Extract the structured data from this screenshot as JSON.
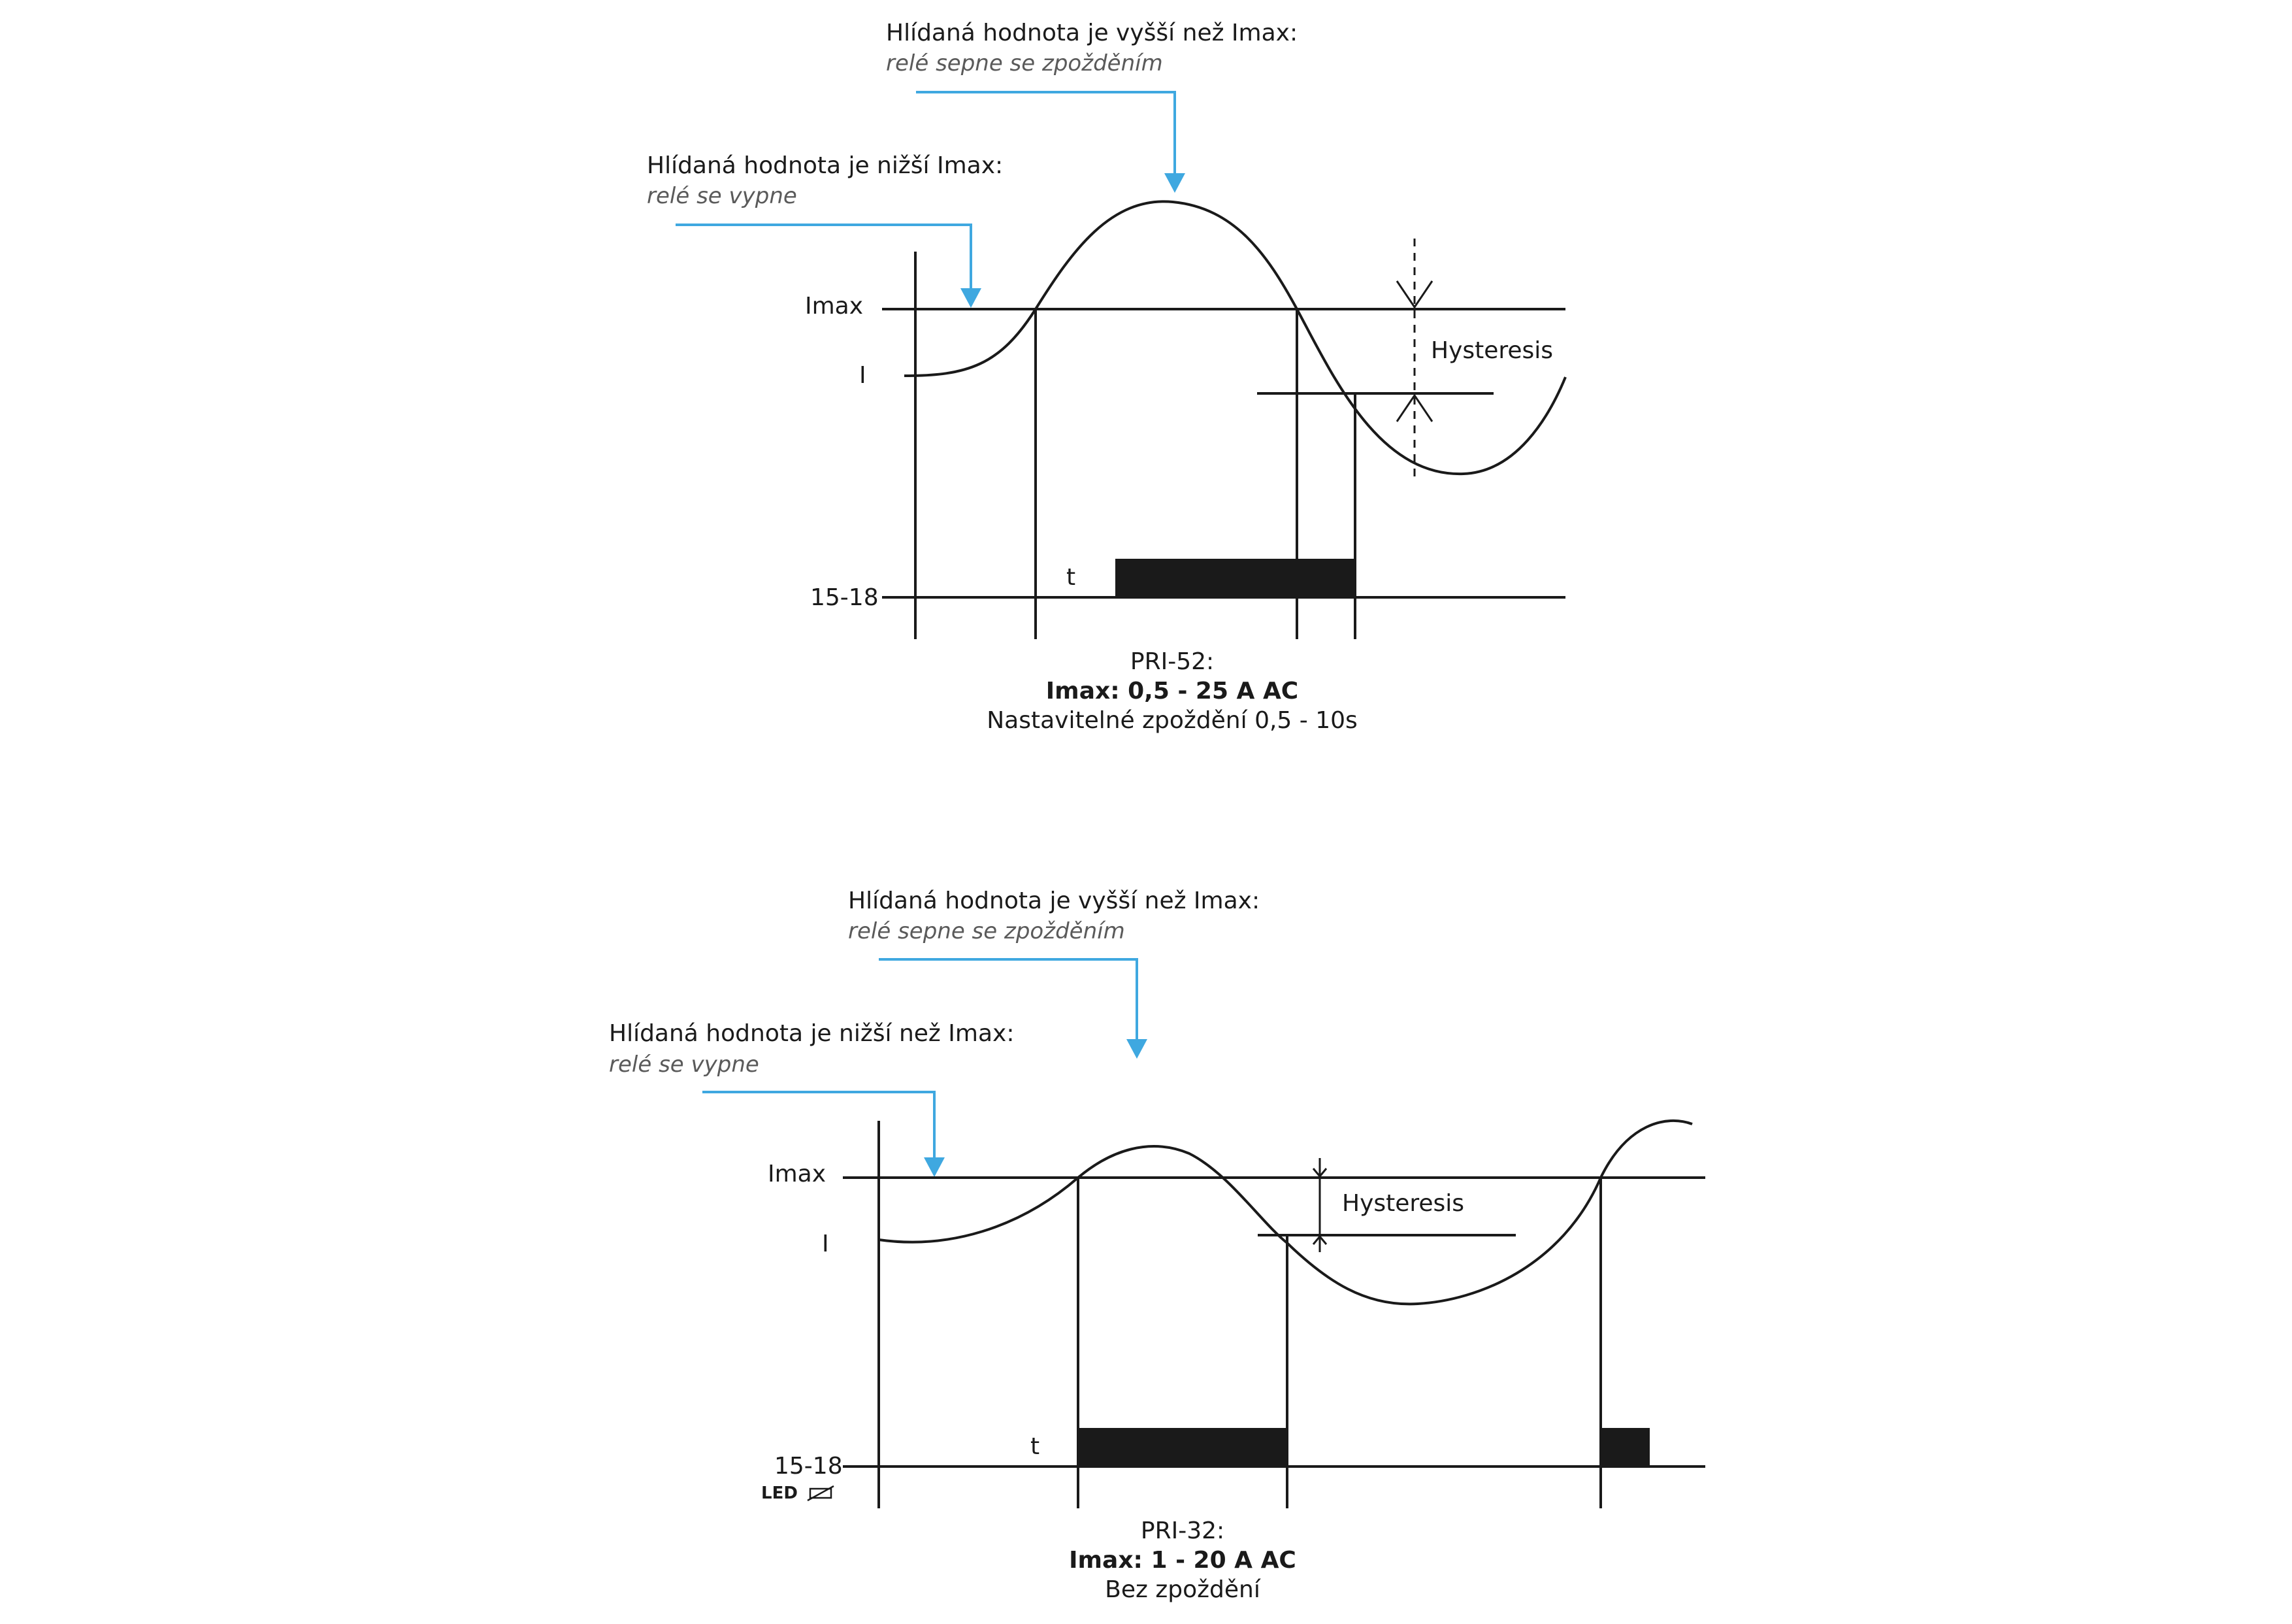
{
  "diagrams": [
    {
      "id": "pri52",
      "callout_high": {
        "title": "Hlídaná hodnota je vyšší než Imax:",
        "subtitle": "relé sepne se zpožděním"
      },
      "callout_low": {
        "title": "Hlídaná hodnota je nižší Imax:",
        "subtitle": "relé se vypne"
      },
      "label_imax": "Imax",
      "label_i": "I",
      "label_relay": "15-18",
      "label_t": "t",
      "label_hysteresis": "Hysteresis",
      "caption_model": "PRI-52:",
      "caption_range": "Imax: 0,5 - 25 A AC",
      "caption_note": "Nastavitelné zpoždění 0,5 - 10s"
    },
    {
      "id": "pri32",
      "callout_high": {
        "title": "Hlídaná hodnota je vyšší než Imax:",
        "subtitle": "relé sepne se zpožděním"
      },
      "callout_low": {
        "title": "Hlídaná hodnota je nižší než Imax:",
        "subtitle": "relé se vypne"
      },
      "label_imax": "Imax",
      "label_i": "I",
      "label_relay": "15-18",
      "label_led": "LED",
      "led_icon": "relay-contact-icon",
      "label_t": "t",
      "label_hysteresis": "Hysteresis",
      "caption_model": "PRI-32:",
      "caption_range": "Imax: 1 - 20 A AC",
      "caption_note": "Bez zpoždění"
    }
  ],
  "colors": {
    "line": "#1a1a1a",
    "accent": "#3fa8e0",
    "italic": "#5a5a5a"
  }
}
